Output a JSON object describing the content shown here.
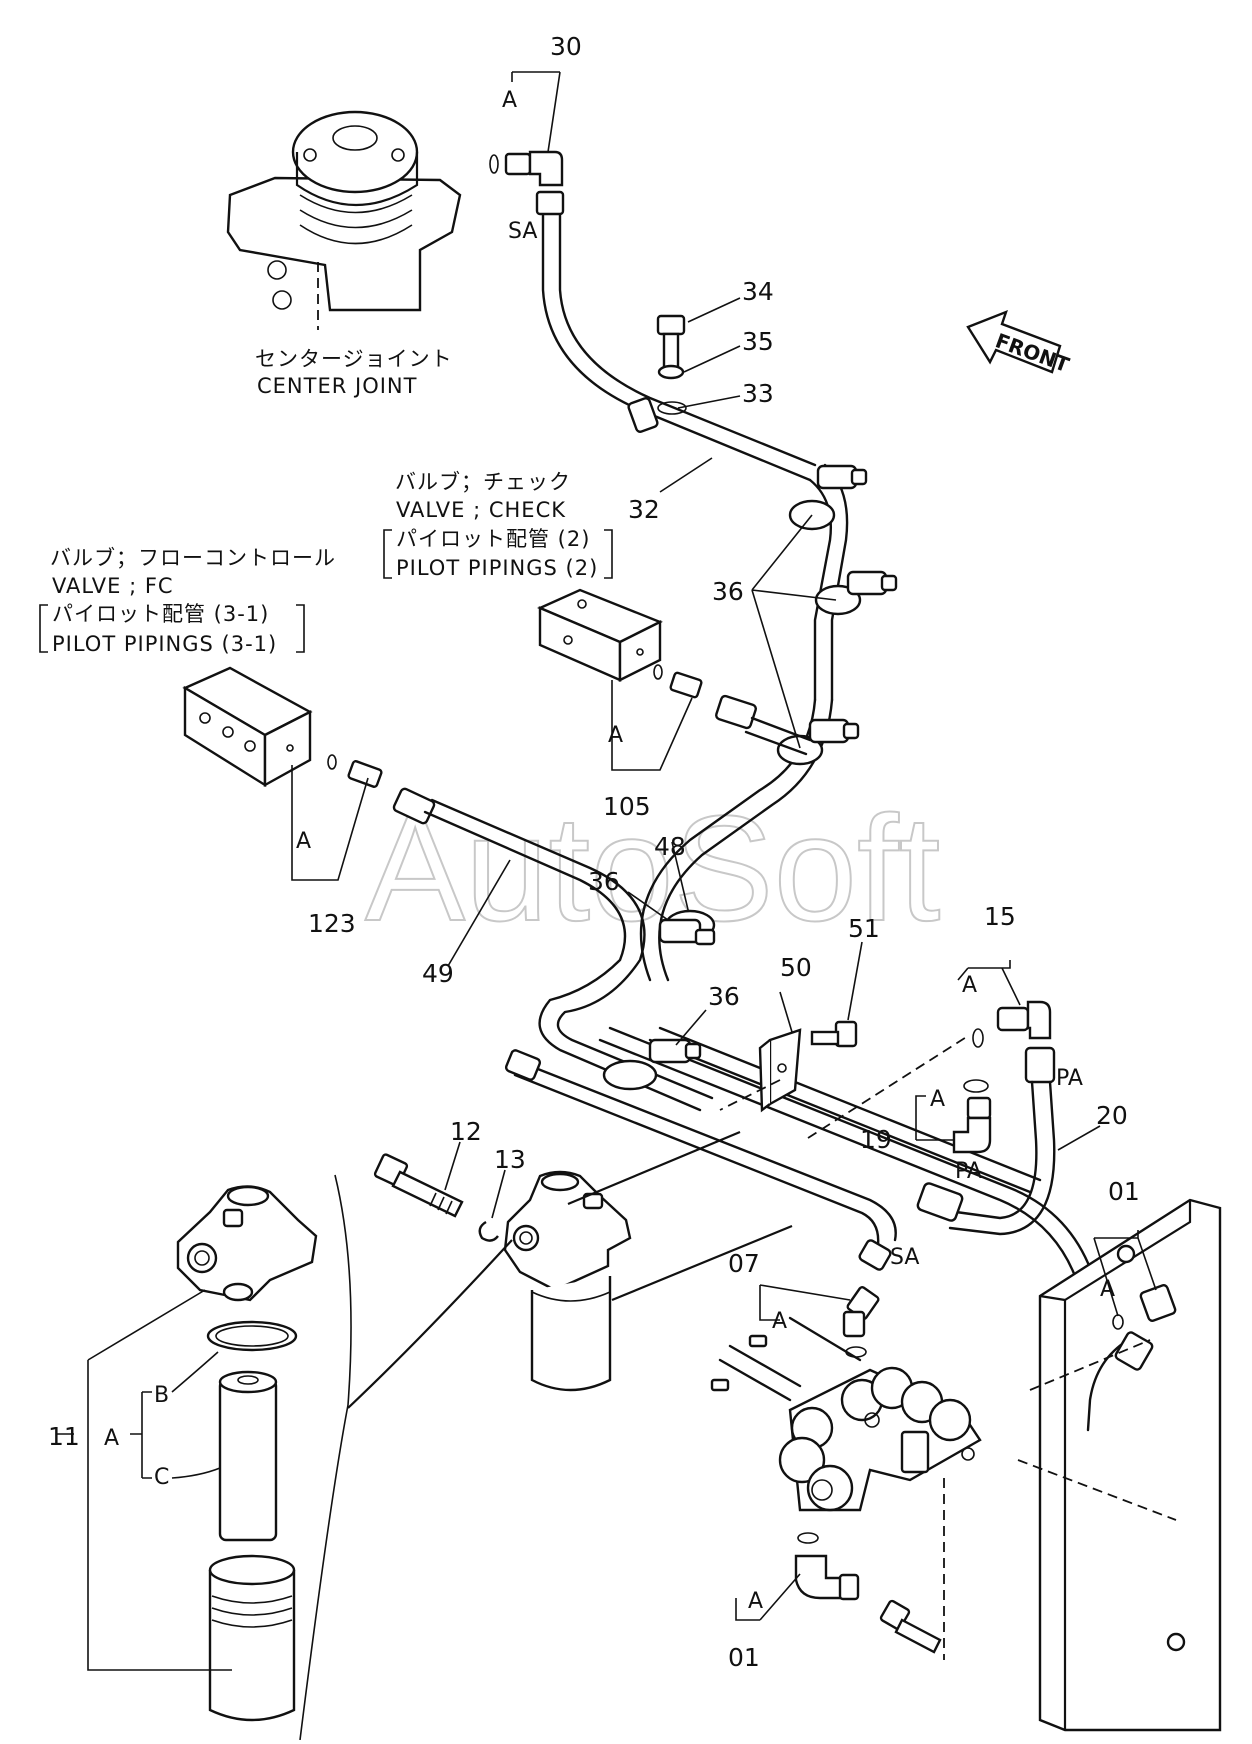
{
  "watermark": "AutoSoft",
  "front_arrow": "FRONT",
  "center_joint": {
    "jp": "センタージョイント",
    "en": "CENTER  JOINT"
  },
  "check_valve": {
    "jp": "バルブ；チェック",
    "en": "VALVE ; CHECK",
    "sub_jp": "パイロット配管 (2)",
    "sub_en": "PILOT  PIPINGS (2)"
  },
  "fc_valve": {
    "jp": "バルブ；フローコントロール",
    "en": "VALVE ; FC",
    "sub_jp": "パイロット配管 (3-1)",
    "sub_en": "PILOT  PIPINGS (3-1)"
  },
  "callouts": {
    "p30": "30",
    "p34": "34",
    "p35": "35",
    "p33": "33",
    "p32": "32",
    "p36a": "36",
    "p36b": "36",
    "p36c": "36",
    "p105": "105",
    "p123": "123",
    "p48": "48",
    "p49": "49",
    "p50": "50",
    "p51": "51",
    "p15": "15",
    "p20": "20",
    "p19": "19",
    "p12": "12",
    "p13": "13",
    "p01a": "01",
    "p07": "07",
    "p01b": "01",
    "p11": "11"
  },
  "letters": {
    "a30": "A",
    "sa_top": "SA",
    "a105": "A",
    "a123": "A",
    "a15": "A",
    "a19": "A",
    "pa_top": "PA",
    "pa_mid": "PA",
    "sa_mid": "SA",
    "a07": "A",
    "a01r": "A",
    "a01b": "A",
    "a11": "A",
    "b11": "B",
    "c11": "C"
  }
}
